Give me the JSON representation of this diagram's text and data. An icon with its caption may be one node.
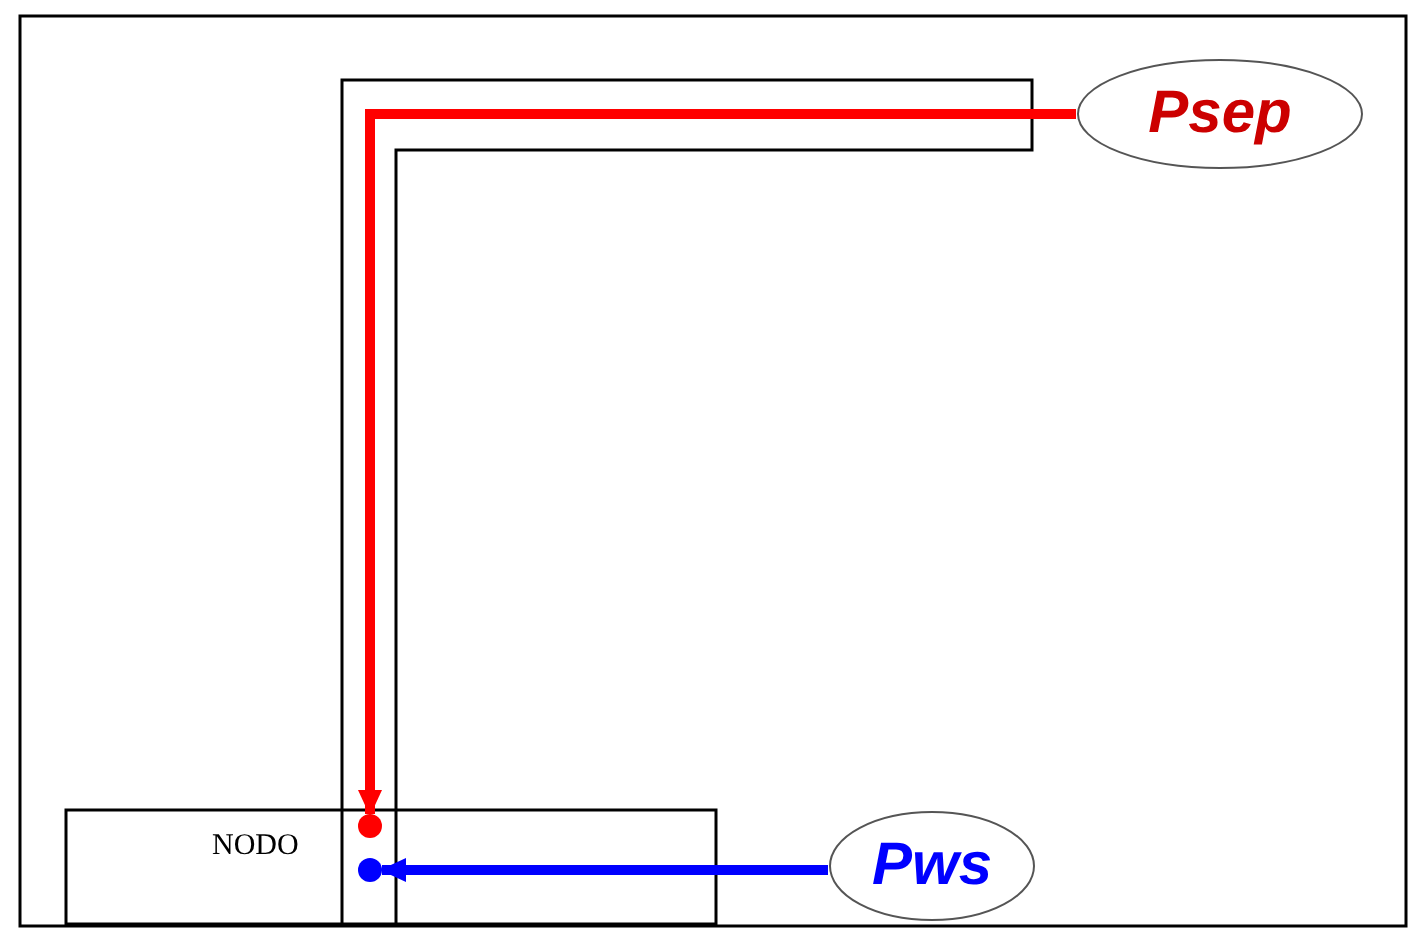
{
  "diagram": {
    "nodes": [
      {
        "text": [
          "Psep"
        ]
      },
      {
        "text": [],
        "shape": "circle"
      },
      {
        "text": [],
        "shape": "circle"
      },
      {
        "text": [
          "Pws"
        ]
      }
    ],
    "edges": [
      {
        "from": 0,
        "to": 1,
        "arrow": "to",
        "color": "#ff0000"
      },
      {
        "from": 3,
        "to": 2,
        "arrow": "to",
        "color": "#0000ff"
      }
    ],
    "labels": [
      "NODO"
    ]
  }
}
